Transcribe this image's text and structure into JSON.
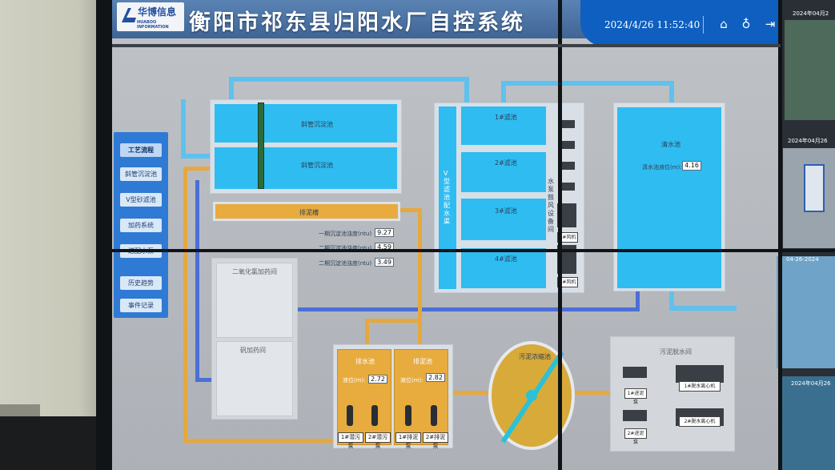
{
  "header": {
    "logo_name": "华博信息",
    "logo_en": "HUABOO INFORMATION",
    "title": "衡阳市祁东县归阳水厂自控系统",
    "datetime": "2024/4/26  11:52:40"
  },
  "toolbar": {
    "home_icon": "⌂",
    "user_icon": "♁",
    "logout_icon": "⇥"
  },
  "nav": {
    "items": [
      {
        "label": "工艺流程"
      },
      {
        "label": "斜管沉淀池"
      },
      {
        "label": "V型砂滤池"
      },
      {
        "label": "加药系统"
      },
      {
        "label": "送配水泵"
      },
      {
        "label": "历史趋势"
      },
      {
        "label": "事件记录"
      }
    ]
  },
  "sedimentation": {
    "tank1_label": "斜管沉淀池",
    "tank2_label": "斜管沉淀池",
    "sludge_channel": "排泥槽",
    "readings": [
      {
        "label": "一期沉淀池浊度(ntu)",
        "value": "9.27"
      },
      {
        "label": "二期沉淀池浊度(ntu)",
        "value": "4.59"
      },
      {
        "label": "二期沉淀池浊度(ntu)",
        "value": "3.49"
      }
    ]
  },
  "filters": {
    "channel_label": "V型滤池配水渠",
    "items": [
      "1#滤池",
      "2#滤池",
      "3#滤池",
      "4#滤池"
    ],
    "pump_room_label": "水泵鼓风设备间",
    "fans": [
      "1#风机",
      "2#风机"
    ]
  },
  "clearwater": {
    "label": "清水池",
    "level_label": "清水池液位(m):",
    "level_value": "4.16"
  },
  "dosing": {
    "room1": "二氧化氯加药间",
    "room2": "矾加药间"
  },
  "drain_pool": {
    "label": "排水池",
    "level_label": "液位(m):",
    "level_value": "2.72",
    "pumps": [
      "1#潜污泵",
      "2#潜污泵"
    ]
  },
  "sludge_pool": {
    "label": "排泥池",
    "level_label": "液位(m):",
    "level_value": "2.82",
    "pumps": [
      "1#排泥泵",
      "2#排泥泵"
    ]
  },
  "thickener": {
    "label": "污泥浓缩池"
  },
  "dewatering": {
    "label": "污泥脱水间",
    "pumps": [
      "1#进泥泵",
      "2#进泥泵"
    ],
    "centrifuges": [
      "1#脱水离心机",
      "2#脱水离心机"
    ]
  },
  "camera_strip": {
    "stamps": [
      "2024年04月2",
      "2024年04月26",
      "04-26-2024",
      "2024年04月26"
    ]
  },
  "colors": {
    "water": "#2fbcf1",
    "pipe_blue": "#5fc1ee",
    "pipe_orange": "#e6a83d",
    "pipe_navy": "#4a6fd6",
    "nav": "#2f7ad4",
    "header": "#0e5fc0"
  }
}
